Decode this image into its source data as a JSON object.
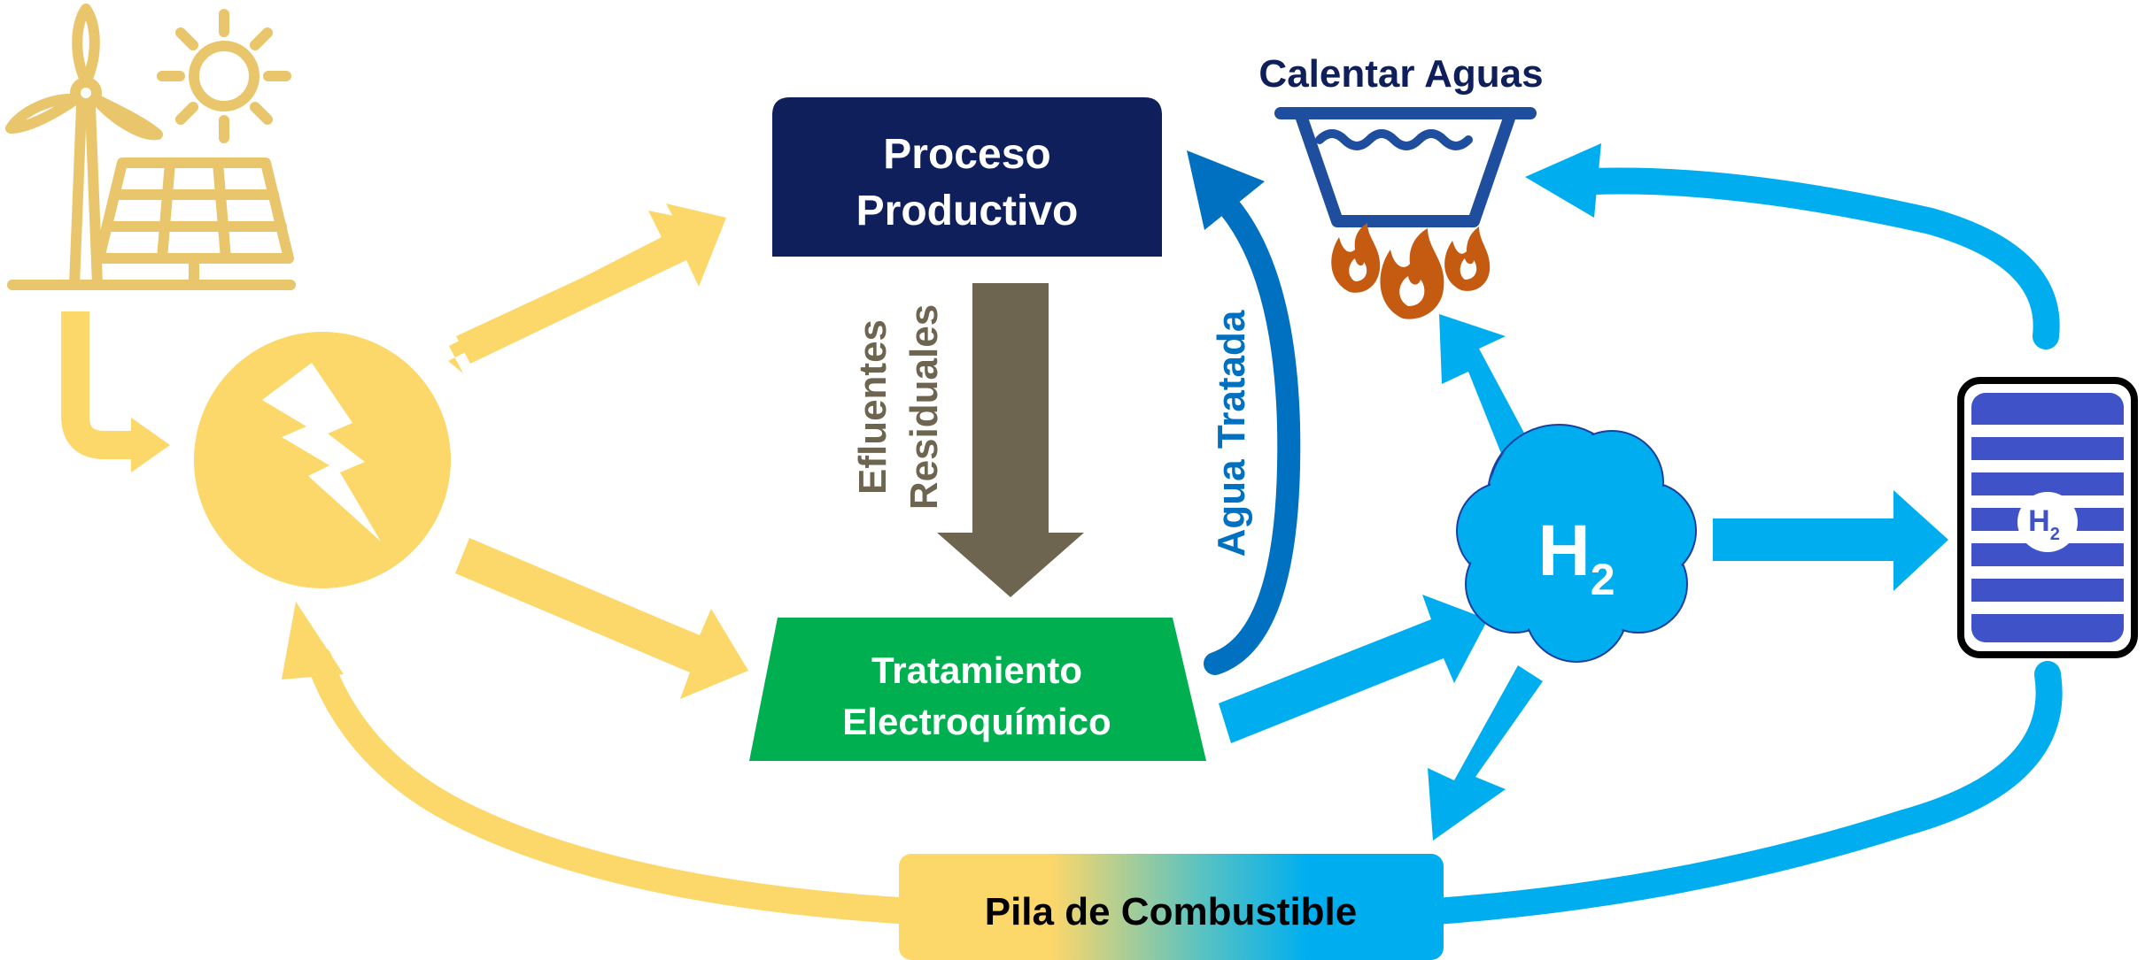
{
  "colors": {
    "yellow": "#FCD76A",
    "icon_yellow": "#E9C56B",
    "navy": "#0E1F5C",
    "green": "#00B050",
    "olive": "#6E6551",
    "sky": "#00AEEF",
    "royal": "#0070C0",
    "flame": "#C55A11",
    "tank_stripe": "#3F52C8"
  },
  "boxes": {
    "proceso_line1": "Proceso",
    "proceso_line2": "Productivo",
    "tratamiento_line1": "Tratamiento",
    "tratamiento_line2": "Electroquímico",
    "pila": "Pila de Combustible"
  },
  "labels": {
    "calentar_aguas": "Calentar Aguas",
    "efluentes_line1": "Efluentes",
    "efluentes_line2": "Residuales",
    "agua_tratada": "Agua Tratada",
    "h2_main": "H",
    "h2_main_sub": "2",
    "h2_tank": "H",
    "h2_tank_sub": "2"
  },
  "icons": {
    "renewables": "wind-turbine-solar-panel-sun-icon",
    "electricity": "lightning-bolt-icon",
    "basin": "water-basin-icon",
    "flames": "fire-icon",
    "hydrogen_cloud": "hydrogen-cloud-icon",
    "tank": "hydrogen-tank-icon"
  }
}
